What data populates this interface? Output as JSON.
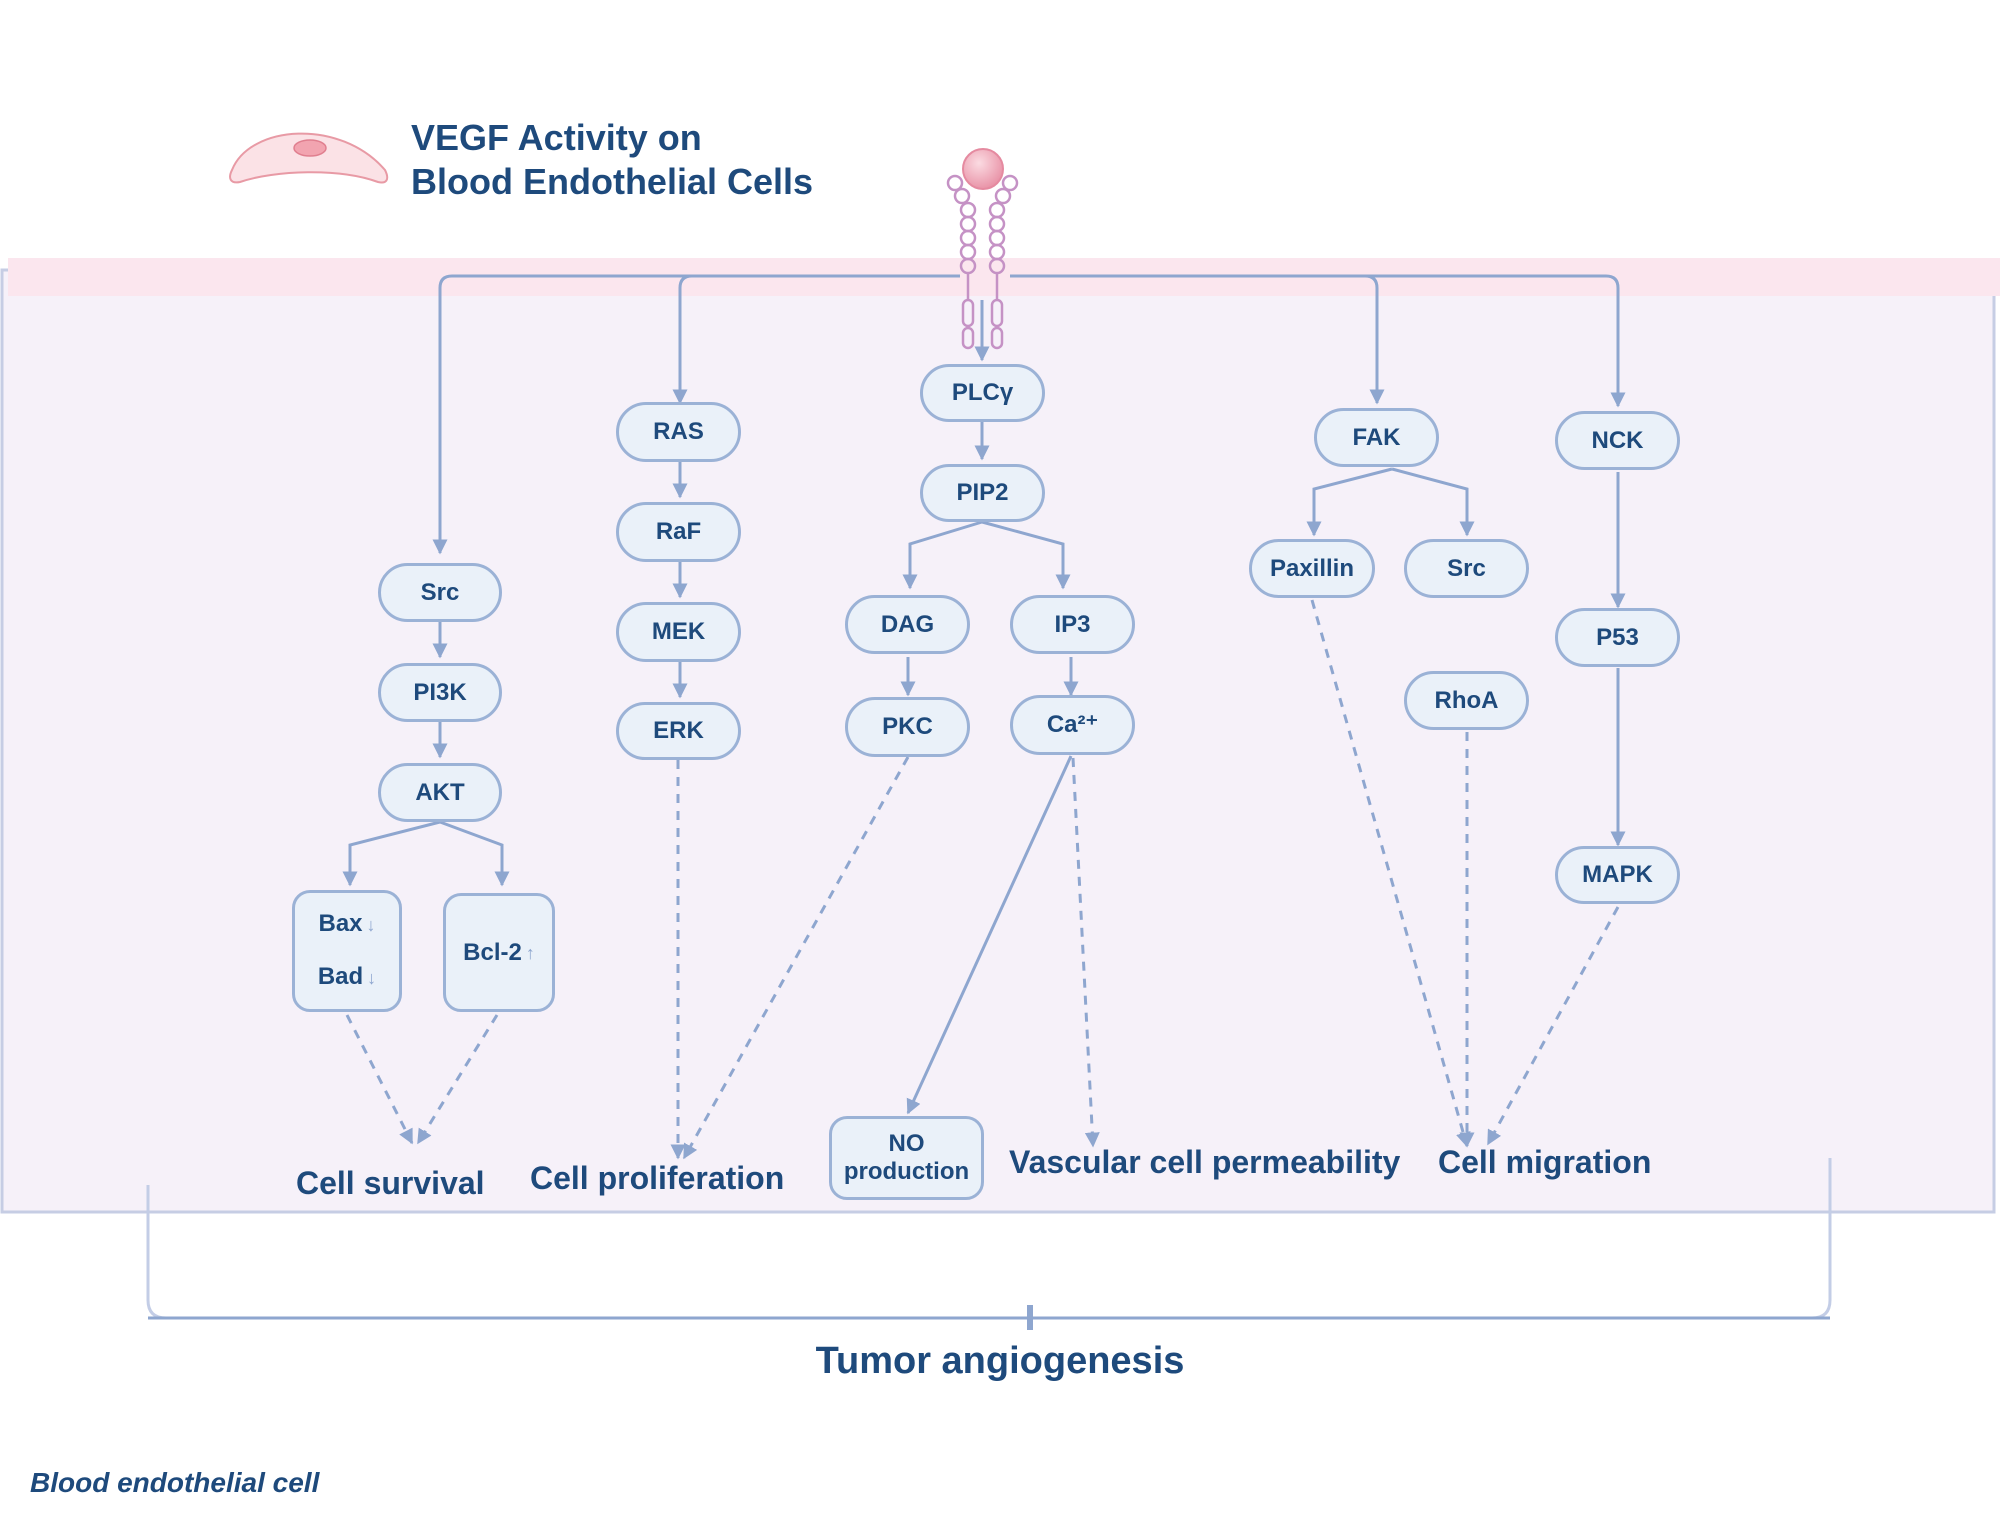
{
  "title": {
    "line1": "VEGF Activity on",
    "line2": "Blood Endothelial Cells"
  },
  "nodes": {
    "src_left": "Src",
    "pi3k": "PI3K",
    "akt": "AKT",
    "bax": "Bax",
    "bad": "Bad",
    "bcl2": "Bcl-2",
    "ras": "RAS",
    "raf": "RaF",
    "mek": "MEK",
    "erk": "ERK",
    "plcg": "PLCγ",
    "pip2": "PIP2",
    "dag": "DAG",
    "ip3": "IP3",
    "pkc": "PKC",
    "ca": "Ca²⁺",
    "no_line1": "NO",
    "no_line2": "production",
    "fak": "FAK",
    "paxillin": "Paxillin",
    "src_right": "Src",
    "rhoa": "RhoA",
    "nck": "NCK",
    "p53": "P53",
    "mapk": "MAPK"
  },
  "regulation": {
    "down": "↓",
    "up": "↑"
  },
  "outcomes": {
    "survival": "Cell survival",
    "proliferation": "Cell proliferation",
    "permeability": "Vascular cell permeability",
    "migration": "Cell migration"
  },
  "tumor": "Tumor angiogenesis",
  "caption": "Blood endothelial cell",
  "colors": {
    "text": "#1e4a7c",
    "node_fill": "#eaf1f9",
    "node_border": "#9bb2d6",
    "arrow": "#8ea6cf",
    "cell_bg": "#f6f1f9",
    "membrane": "#fbe6ee",
    "receptor": "#c592c5",
    "ligand": "#f3b7c4"
  }
}
